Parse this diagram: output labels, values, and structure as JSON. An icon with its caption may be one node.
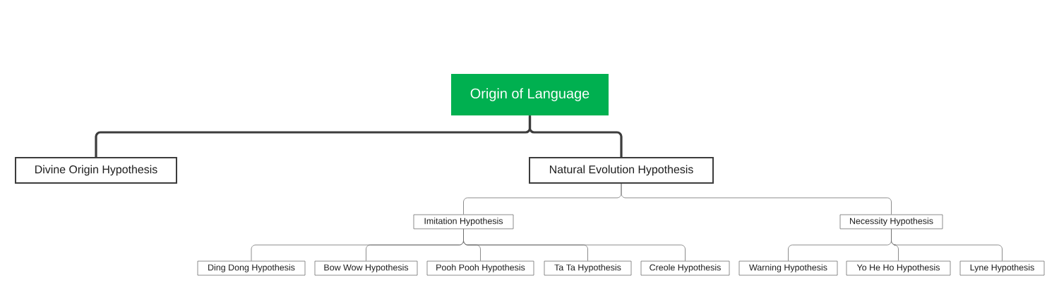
{
  "diagram": {
    "nodes": [
      {
        "text": [
          "Origin of Language"
        ]
      },
      {
        "text": [
          "Divine Origin Hypothesis"
        ]
      },
      {
        "text": [
          "Natural Evolution Hypothesis"
        ]
      },
      {
        "text": [
          "Imitation Hypothesis"
        ]
      },
      {
        "text": [
          "Necessity Hypothesis"
        ]
      },
      {
        "text": [
          "Ding Dong Hypothesis"
        ]
      },
      {
        "text": [
          "Bow Wow Hypothesis"
        ]
      },
      {
        "text": [
          "Pooh Pooh Hypothesis"
        ]
      },
      {
        "text": [
          "Ta Ta Hypothesis"
        ]
      },
      {
        "text": [
          "Creole Hypothesis"
        ]
      },
      {
        "text": [
          "Warning Hypothesis"
        ]
      },
      {
        "text": [
          "Yo He Ho Hypothesis"
        ]
      },
      {
        "text": [
          "Lyne Hypothesis"
        ]
      }
    ],
    "edges": [
      {
        "from": 0,
        "to": 1,
        "arrow": "none",
        "style": "thick"
      },
      {
        "from": 0,
        "to": 2,
        "arrow": "none",
        "style": "thick"
      },
      {
        "from": 2,
        "to": 3,
        "arrow": "none"
      },
      {
        "from": 2,
        "to": 4,
        "arrow": "none"
      },
      {
        "from": 3,
        "to": 5,
        "arrow": "none"
      },
      {
        "from": 3,
        "to": 6,
        "arrow": "none"
      },
      {
        "from": 3,
        "to": 7,
        "arrow": "none"
      },
      {
        "from": 3,
        "to": 8,
        "arrow": "none"
      },
      {
        "from": 3,
        "to": 9,
        "arrow": "none"
      },
      {
        "from": 4,
        "to": 10,
        "arrow": "none"
      },
      {
        "from": 4,
        "to": 11,
        "arrow": "none"
      },
      {
        "from": 4,
        "to": 12,
        "arrow": "none"
      }
    ]
  }
}
